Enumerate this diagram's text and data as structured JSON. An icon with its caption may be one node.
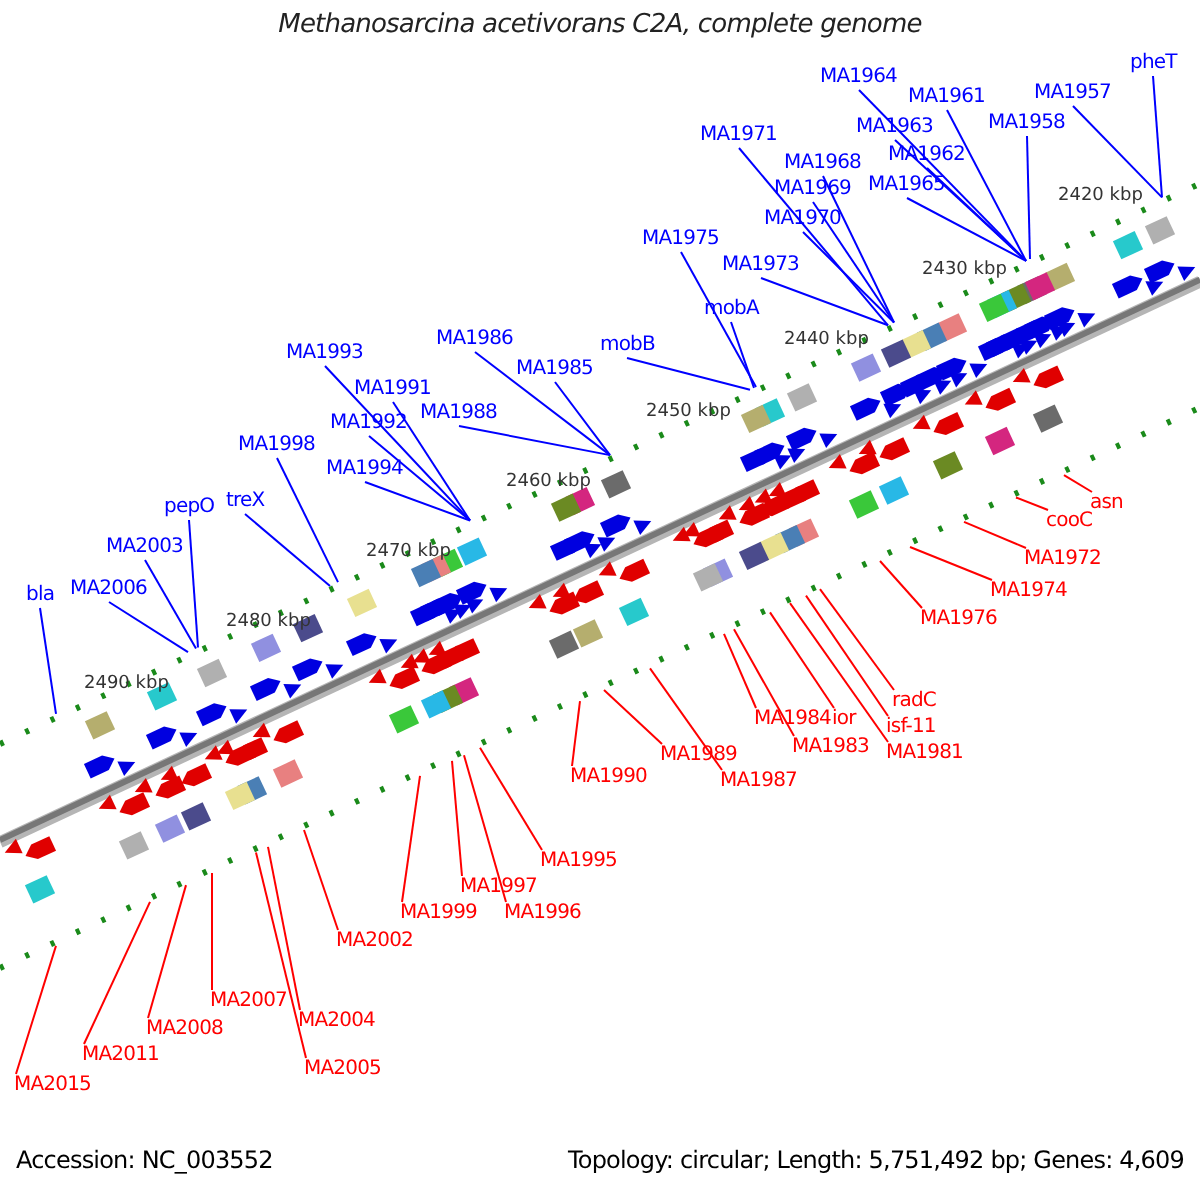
{
  "diagram": {
    "title": "Methanosarcina acetivorans C2A, complete genome",
    "nodes": [
      {
        "text": [
          "pheT"
        ]
      },
      {
        "text": [
          "MA1957"
        ]
      },
      {
        "text": [
          "MA1958"
        ]
      },
      {
        "text": [
          "MA1961"
        ]
      },
      {
        "text": [
          "MA1962"
        ]
      },
      {
        "text": [
          "MA1963"
        ]
      },
      {
        "text": [
          "MA1964"
        ]
      },
      {
        "text": [
          "MA1965"
        ]
      },
      {
        "text": [
          "MA1968"
        ]
      },
      {
        "text": [
          "MA1969"
        ]
      },
      {
        "text": [
          "MA1970"
        ]
      },
      {
        "text": [
          "MA1971"
        ]
      },
      {
        "text": [
          "MA1973"
        ]
      },
      {
        "text": [
          "MA1975"
        ]
      },
      {
        "text": [
          "mobA"
        ]
      },
      {
        "text": [
          "mobB"
        ]
      },
      {
        "text": [
          "MA1985"
        ]
      },
      {
        "text": [
          "MA1986"
        ]
      },
      {
        "text": [
          "MA1988"
        ]
      },
      {
        "text": [
          "MA1991"
        ]
      },
      {
        "text": [
          "MA1992"
        ]
      },
      {
        "text": [
          "MA1993"
        ]
      },
      {
        "text": [
          "MA1994"
        ]
      },
      {
        "text": [
          "MA1998"
        ]
      },
      {
        "text": [
          "treX"
        ]
      },
      {
        "text": [
          "pepO"
        ]
      },
      {
        "text": [
          "MA2003"
        ]
      },
      {
        "text": [
          "MA2006"
        ]
      },
      {
        "text": [
          "bla"
        ]
      },
      {
        "text": [
          "asn"
        ]
      },
      {
        "text": [
          "cooC"
        ]
      },
      {
        "text": [
          "MA1972"
        ]
      },
      {
        "text": [
          "MA1974"
        ]
      },
      {
        "text": [
          "MA1976"
        ]
      },
      {
        "text": [
          "radC"
        ]
      },
      {
        "text": [
          "isf-11"
        ]
      },
      {
        "text": [
          "MA1981"
        ]
      },
      {
        "text": [
          "ior"
        ]
      },
      {
        "text": [
          "MA1983"
        ]
      },
      {
        "text": [
          "MA1984"
        ]
      },
      {
        "text": [
          "MA1987"
        ]
      },
      {
        "text": [
          "MA1989"
        ]
      },
      {
        "text": [
          "MA1990"
        ]
      },
      {
        "text": [
          "MA1995"
        ]
      },
      {
        "text": [
          "MA1996"
        ]
      },
      {
        "text": [
          "MA1997"
        ]
      },
      {
        "text": [
          "MA1999"
        ]
      },
      {
        "text": [
          "MA2002"
        ]
      },
      {
        "text": [
          "MA2004"
        ]
      },
      {
        "text": [
          "MA2005"
        ]
      },
      {
        "text": [
          "MA2007"
        ]
      },
      {
        "text": [
          "MA2008"
        ]
      },
      {
        "text": [
          "MA2011"
        ]
      },
      {
        "text": [
          "MA2015"
        ]
      }
    ],
    "edges": [
      {
        "from": 0,
        "to": null,
        "arrow": "none"
      },
      {
        "from": 1,
        "to": null,
        "arrow": "none"
      },
      {
        "from": 2,
        "to": null,
        "arrow": "none"
      },
      {
        "from": 3,
        "to": null,
        "arrow": "none"
      },
      {
        "from": 4,
        "to": null,
        "arrow": "none"
      },
      {
        "from": 5,
        "to": null,
        "arrow": "none"
      },
      {
        "from": 6,
        "to": null,
        "arrow": "none"
      },
      {
        "from": 7,
        "to": null,
        "arrow": "none"
      },
      {
        "from": 8,
        "to": null,
        "arrow": "none"
      },
      {
        "from": 9,
        "to": null,
        "arrow": "none"
      },
      {
        "from": 10,
        "to": null,
        "arrow": "none"
      },
      {
        "from": 11,
        "to": null,
        "arrow": "none"
      },
      {
        "from": 12,
        "to": null,
        "arrow": "none"
      },
      {
        "from": 13,
        "to": null,
        "arrow": "none"
      },
      {
        "from": 14,
        "to": null,
        "arrow": "none"
      },
      {
        "from": 15,
        "to": null,
        "arrow": "none"
      },
      {
        "from": 16,
        "to": null,
        "arrow": "none"
      },
      {
        "from": 17,
        "to": null,
        "arrow": "none"
      },
      {
        "from": 18,
        "to": null,
        "arrow": "none"
      },
      {
        "from": 19,
        "to": null,
        "arrow": "none"
      },
      {
        "from": 20,
        "to": null,
        "arrow": "none"
      },
      {
        "from": 21,
        "to": null,
        "arrow": "none"
      },
      {
        "from": 22,
        "to": null,
        "arrow": "none"
      },
      {
        "from": 23,
        "to": null,
        "arrow": "none"
      },
      {
        "from": 24,
        "to": null,
        "arrow": "none"
      },
      {
        "from": 25,
        "to": null,
        "arrow": "none"
      },
      {
        "from": 26,
        "to": null,
        "arrow": "none"
      },
      {
        "from": 27,
        "to": null,
        "arrow": "none"
      },
      {
        "from": 28,
        "to": null,
        "arrow": "none"
      },
      {
        "from": 29,
        "to": null,
        "arrow": "none",
        "color": "#ff0000"
      },
      {
        "from": 30,
        "to": null,
        "arrow": "none",
        "color": "#ff0000"
      },
      {
        "from": 31,
        "to": null,
        "arrow": "none",
        "color": "#ff0000"
      },
      {
        "from": 32,
        "to": null,
        "arrow": "none",
        "color": "#ff0000"
      },
      {
        "from": 33,
        "to": null,
        "arrow": "none",
        "color": "#ff0000"
      },
      {
        "from": 34,
        "to": null,
        "arrow": "none",
        "color": "#ff0000"
      },
      {
        "from": 35,
        "to": null,
        "arrow": "none",
        "color": "#ff0000"
      },
      {
        "from": 36,
        "to": null,
        "arrow": "none",
        "color": "#ff0000"
      },
      {
        "from": 37,
        "to": null,
        "arrow": "none",
        "color": "#ff0000"
      },
      {
        "from": 38,
        "to": null,
        "arrow": "none",
        "color": "#ff0000"
      },
      {
        "from": 39,
        "to": null,
        "arrow": "none",
        "color": "#ff0000"
      },
      {
        "from": 40,
        "to": null,
        "arrow": "none",
        "color": "#ff0000"
      },
      {
        "from": 41,
        "to": null,
        "arrow": "none",
        "color": "#ff0000"
      },
      {
        "from": 42,
        "to": null,
        "arrow": "none",
        "color": "#ff0000"
      },
      {
        "from": 43,
        "to": null,
        "arrow": "none",
        "color": "#ff0000"
      },
      {
        "from": 44,
        "to": null,
        "arrow": "none",
        "color": "#ff0000"
      },
      {
        "from": 45,
        "to": null,
        "arrow": "none",
        "color": "#ff0000"
      },
      {
        "from": 46,
        "to": null,
        "arrow": "none",
        "color": "#ff0000"
      },
      {
        "from": 47,
        "to": null,
        "arrow": "none",
        "color": "#ff0000"
      },
      {
        "from": 48,
        "to": null,
        "arrow": "none",
        "color": "#ff0000"
      },
      {
        "from": 49,
        "to": null,
        "arrow": "none",
        "color": "#ff0000"
      },
      {
        "from": 50,
        "to": null,
        "arrow": "none",
        "color": "#ff0000"
      },
      {
        "from": 51,
        "to": null,
        "arrow": "none",
        "color": "#ff0000"
      },
      {
        "from": 52,
        "to": null,
        "arrow": "none",
        "color": "#ff0000"
      },
      {
        "from": 53,
        "to": null,
        "arrow": "none",
        "color": "#ff0000"
      }
    ],
    "labels": [
      "2420 kbp",
      "2430 kbp",
      "2440 kbp",
      "2450 kbp",
      "2460 kbp",
      "2470 kbp",
      "2480 kbp",
      "2490 kbp",
      "Accession: NC_003552",
      "Topology: circular; Length: 5,751,492 bp; Genes: 4,609"
    ]
  }
}
